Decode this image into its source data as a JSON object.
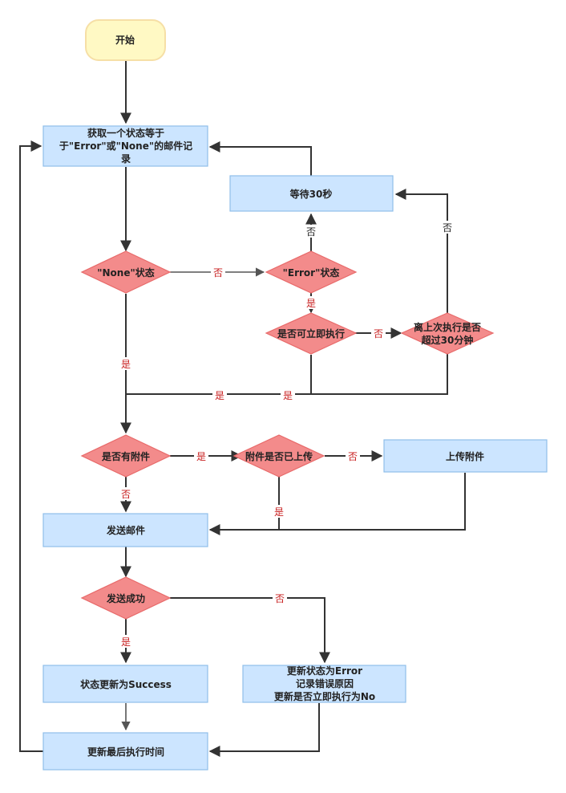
{
  "nodes": {
    "start": "开始",
    "fetch": [
      "获取一个状态等于",
      "于\"Error\"或\"None\"的邮件记",
      "录"
    ],
    "wait": "等待30秒",
    "is_none": "\"None\"状态",
    "is_error": "\"Error\"状态",
    "can_run_now": "是否可立即执行",
    "over_30min": [
      "离上次执行是否",
      "超过30分钟"
    ],
    "has_attach": "是否有附件",
    "attach_uploaded": "附件是否已上传",
    "upload_attach": "上传附件",
    "send_mail": "发送邮件",
    "send_ok": "发送成功",
    "set_success": "状态更新为Success",
    "set_error": [
      "更新状态为Error",
      "记录错误原因",
      "更新是否立即执行为No"
    ],
    "update_time": "更新最后执行时间"
  },
  "labels": {
    "none_no": "否",
    "error_no": "否",
    "error_yes": "是",
    "can_run_no": "否",
    "over_no": "否",
    "none_yes": "是",
    "can_run_yes": "是",
    "over_yes": "是",
    "has_attach_yes": "是",
    "uploaded_no": "否",
    "has_attach_no": "否",
    "uploaded_yes": "是",
    "send_no": "否",
    "send_yes": "是"
  },
  "colors": {
    "process_fill": "#cce5ff",
    "decision_fill": "#f38b8b",
    "start_fill": "#fff9c4",
    "label_red": "#c81e1e"
  }
}
